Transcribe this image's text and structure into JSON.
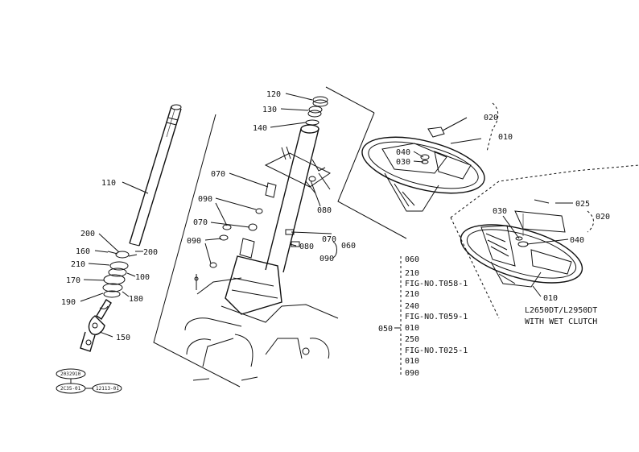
{
  "colors": {
    "ink": "#111111",
    "paper": "#ffffff"
  },
  "callouts": {
    "p010": "010",
    "p020": "020",
    "p025": "025",
    "p030": "030",
    "p040": "040",
    "p060": "060",
    "p070": "070",
    "p080": "080",
    "p090": "090",
    "p100": "100",
    "p110": "110",
    "p120": "120",
    "p130": "130",
    "p140": "140",
    "p150": "150",
    "p160": "160",
    "p170": "170",
    "p180": "180",
    "p190": "190",
    "p200": "200",
    "p210": "210"
  },
  "variant_note": {
    "line1": "L2650DT/L2950DT",
    "line2": "WITH WET CLUTCH"
  },
  "group_list": {
    "group_label": "050",
    "entries": [
      "060",
      "210",
      "FIG-NO.T058-1",
      "210",
      "240",
      "FIG-NO.T059-1",
      "010",
      "250",
      "FIG-NO.T025-1",
      "010",
      "090"
    ]
  },
  "stamps": {
    "s1": "2032910",
    "s2": "2C35-01",
    "s3": "12113-01"
  }
}
